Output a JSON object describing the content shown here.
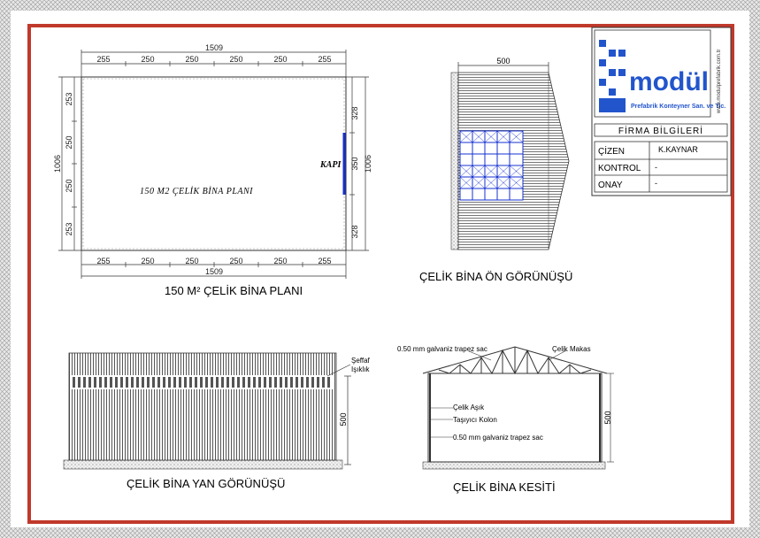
{
  "plan": {
    "title": "150 M² ÇELİK BİNA PLANI",
    "inner_label": "150 M2 ÇELİK BİNA PLANI",
    "door_label": "KAPI",
    "top_total": "1509",
    "bottom_total": "1509",
    "top_segments": [
      "255",
      "250",
      "250",
      "250",
      "250",
      "255"
    ],
    "bottom_segments": [
      "255",
      "250",
      "250",
      "250",
      "250",
      "255"
    ],
    "left_total": "1006",
    "left_segments": [
      "253",
      "250",
      "250",
      "253"
    ],
    "right_total": "1006",
    "right_segments": [
      "328",
      "350",
      "328"
    ]
  },
  "front": {
    "title": "ÇELİK BİNA ÖN GÖRÜNÜŞÜ",
    "width_dim": "500"
  },
  "side": {
    "title": "ÇELİK BİNA YAN GÖRÜNÜŞÜ",
    "skylight_label_1": "Şeffaf",
    "skylight_label_2": "Işıklık",
    "height_dim": "500"
  },
  "section": {
    "title": "ÇELİK BİNA KESİTİ",
    "roof_sheet": "0.50 mm galvaniz trapez sac",
    "truss": "Çelik Makas",
    "purlin": "Çelik Aşık",
    "column": "Taşıyıcı Kolon",
    "wall_sheet": "0.50 mm galvaniz trapez sac",
    "height_dim": "500"
  },
  "title_block": {
    "logo_text": "modül",
    "logo_sub": "Prefabrik Konteyner San. ve Tic.",
    "website": "www.modulprefabrik.com.tr",
    "header": "FİRMA BİLGİLERİ",
    "rows": [
      {
        "label": "ÇİZEN",
        "value": "K.KAYNAR"
      },
      {
        "label": "KONTROL",
        "value": "-"
      },
      {
        "label": "ONAY",
        "value": "-"
      }
    ]
  },
  "colors": {
    "frame_red": "#c0392b",
    "hatch": "#8a8a8a",
    "window_blue": "#1530d0",
    "logo_blue": "#2255cc"
  }
}
